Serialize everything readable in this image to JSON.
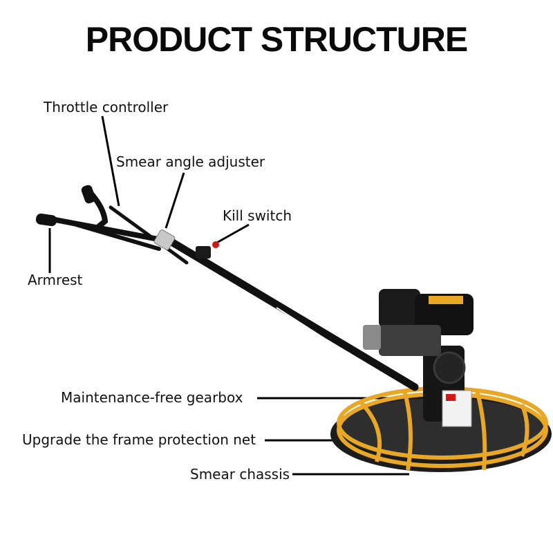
{
  "title": "PRODUCT STRUCTURE",
  "labels": {
    "throttle": "Throttle controller",
    "smear_angle": "Smear angle adjuster",
    "kill_switch": "Kill switch",
    "armrest": "Armrest",
    "gearbox": "Maintenance-free gearbox",
    "frame_net": "Upgrade the frame protection net",
    "chassis": "Smear chassis"
  },
  "colors": {
    "frame": "#e8a826",
    "handle": "#111111",
    "accent": "#d01818"
  }
}
